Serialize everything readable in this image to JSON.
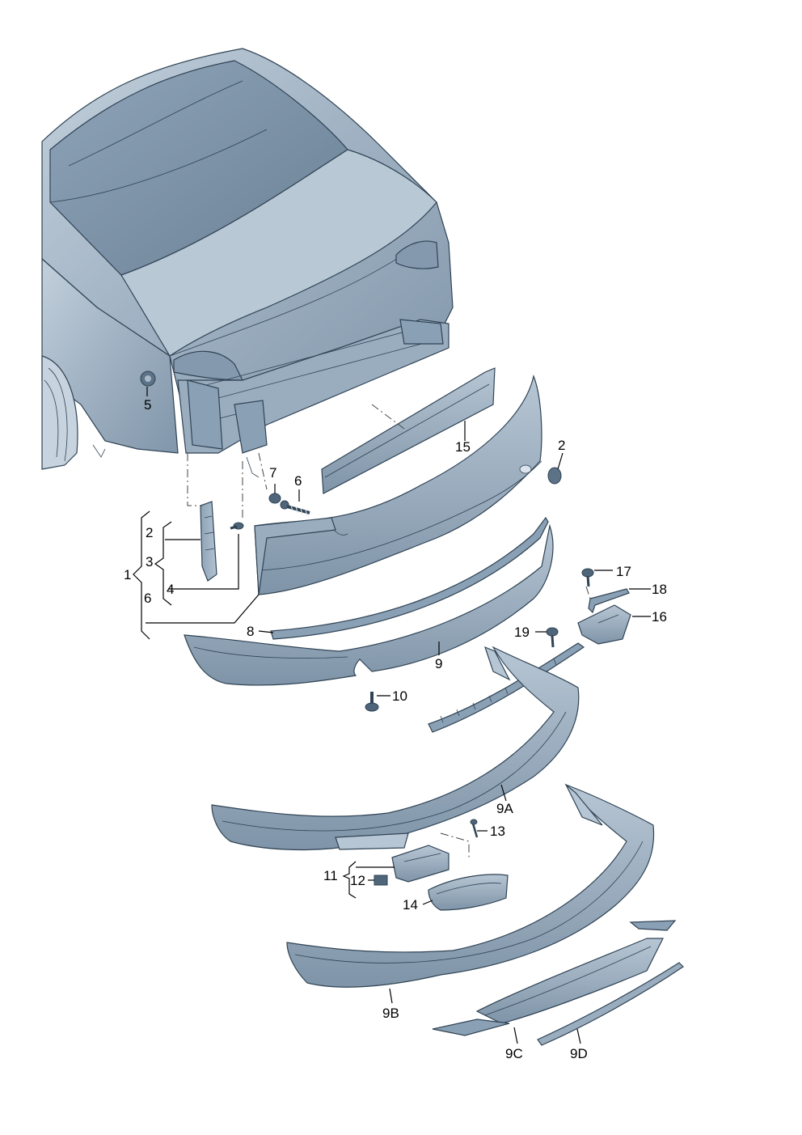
{
  "labels": {
    "l1": "1",
    "l2a": "2",
    "l2b": "2",
    "l3": "3",
    "l4": "4",
    "l5": "5",
    "l6a": "6",
    "l6b": "6",
    "l7": "7",
    "l8": "8",
    "l9": "9",
    "l9a": "9A",
    "l9b": "9B",
    "l9c": "9C",
    "l9d": "9D",
    "l10": "10",
    "l11": "11",
    "l12": "12",
    "l13": "13",
    "l14": "14",
    "l15": "15",
    "l16": "16",
    "l17": "17",
    "l18": "18",
    "l19": "19"
  },
  "colors": {
    "part_fill": "#8da3b7",
    "part_light": "#b3c3d1",
    "part_dark": "#5f7589",
    "car_fill": "#a9b9c8",
    "glass": "#7d93a8",
    "outline": "#2f4354",
    "highlight": "#dbe4ec"
  }
}
